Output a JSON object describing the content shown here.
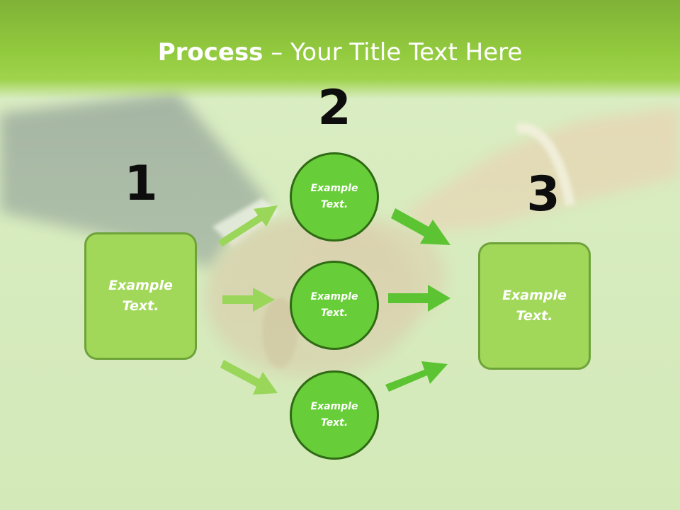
{
  "title": {
    "strong": "Process",
    "rest": " – Your Title Text Here"
  },
  "steps": {
    "one": {
      "number": "1",
      "text": "Example Text."
    },
    "two": {
      "number": "2",
      "circles": [
        "Example Text.",
        "Example Text.",
        "Example Text."
      ]
    },
    "three": {
      "number": "3",
      "text": "Example Text."
    }
  },
  "colors": {
    "title_band": "#93cb3f",
    "box_fill": "#a2d85a",
    "box_border": "#6ea33a",
    "circle_fill": "#67cd38",
    "circle_border": "#2f6a14",
    "arrow_left": "#9ad65a",
    "arrow_right": "#5cc433"
  },
  "background_image": "blurred photo of two holding hands (groom's dark sleeve, bride's arm with pearl bracelet)"
}
